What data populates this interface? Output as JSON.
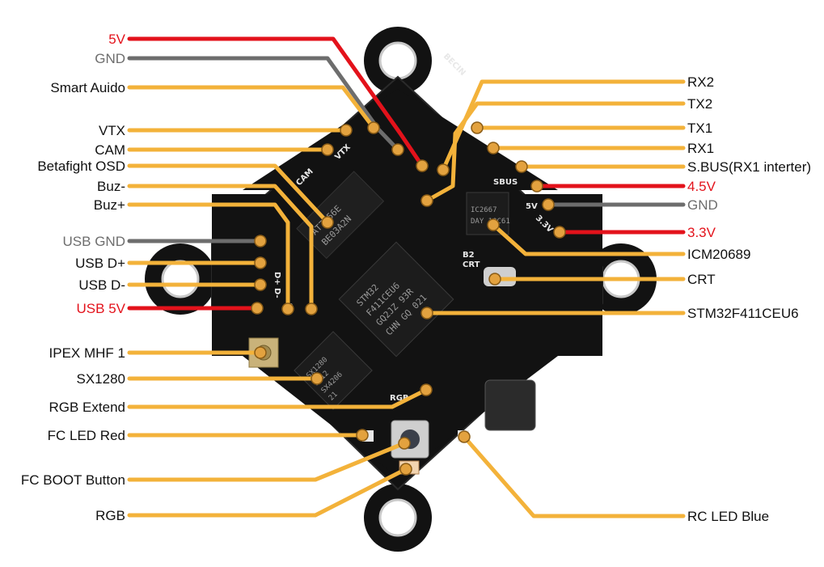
{
  "colors": {
    "wire_default": "#f3b23a",
    "wire_power": "#e3121b",
    "wire_ground": "#6d6d6d",
    "text_default": "#111111",
    "text_power": "#e3121b",
    "text_ground": "#6d6d6d",
    "board": "#121212",
    "pad": "#e3a23f"
  },
  "left_labels": [
    {
      "id": "5v",
      "text": "5V",
      "kind": "power"
    },
    {
      "id": "gnd",
      "text": "GND",
      "kind": "ground"
    },
    {
      "id": "smart-audio",
      "text": "Smart Auido",
      "kind": "default"
    },
    {
      "id": "vtx",
      "text": "VTX",
      "kind": "default"
    },
    {
      "id": "cam",
      "text": "CAM",
      "kind": "default"
    },
    {
      "id": "betaflight-osd",
      "text": "Betafight OSD",
      "kind": "default"
    },
    {
      "id": "buz-minus",
      "text": "Buz-",
      "kind": "default"
    },
    {
      "id": "buz-plus",
      "text": "Buz+",
      "kind": "default"
    },
    {
      "id": "usb-gnd",
      "text": "USB GND",
      "kind": "ground"
    },
    {
      "id": "usb-d-plus",
      "text": "USB D+",
      "kind": "default"
    },
    {
      "id": "usb-d-minus",
      "text": "USB D-",
      "kind": "default"
    },
    {
      "id": "usb-5v",
      "text": "USB 5V",
      "kind": "power"
    },
    {
      "id": "ipex",
      "text": "IPEX MHF 1",
      "kind": "default"
    },
    {
      "id": "sx1280",
      "text": "SX1280",
      "kind": "default"
    },
    {
      "id": "rgb-extend",
      "text": "RGB Extend",
      "kind": "default"
    },
    {
      "id": "fc-led-red",
      "text": "FC LED Red",
      "kind": "default"
    },
    {
      "id": "fc-boot",
      "text": "FC BOOT Button",
      "kind": "default"
    },
    {
      "id": "rgb",
      "text": "RGB",
      "kind": "default"
    }
  ],
  "right_labels": [
    {
      "id": "rx2",
      "text": "RX2",
      "kind": "default"
    },
    {
      "id": "tx2",
      "text": "TX2",
      "kind": "default"
    },
    {
      "id": "tx1",
      "text": "TX1",
      "kind": "default"
    },
    {
      "id": "rx1",
      "text": "RX1",
      "kind": "default"
    },
    {
      "id": "sbus",
      "text": "S.BUS(RX1 interter)",
      "kind": "default"
    },
    {
      "id": "4v5",
      "text": "4.5V",
      "kind": "power"
    },
    {
      "id": "gnd-r",
      "text": "GND",
      "kind": "ground"
    },
    {
      "id": "3v3",
      "text": "3.3V",
      "kind": "power"
    },
    {
      "id": "icm",
      "text": "ICM20689",
      "kind": "default"
    },
    {
      "id": "crt",
      "text": "CRT",
      "kind": "default"
    },
    {
      "id": "stm32",
      "text": "STM32F411CEU6",
      "kind": "default"
    },
    {
      "id": "rc-led-blue",
      "text": "RC LED Blue",
      "kind": "default"
    }
  ],
  "silkscreen": [
    "BECIN",
    "VTX",
    "CAM",
    "SBUS",
    "5V",
    "3.3V",
    "RGB",
    "CRT",
    "B2",
    "D+",
    "D-",
    "B"
  ],
  "chips": {
    "osd": [
      "AT7456E",
      "BE03A2N"
    ],
    "mcu": [
      "STM32",
      "F411CEU6",
      "GQ2JZ 93R",
      "CHN GQ 021"
    ],
    "gyro": [
      "IC2667",
      "DAY 10C61"
    ],
    "rx": [
      "SX1280",
      "2112",
      "SX4206",
      "21"
    ]
  }
}
